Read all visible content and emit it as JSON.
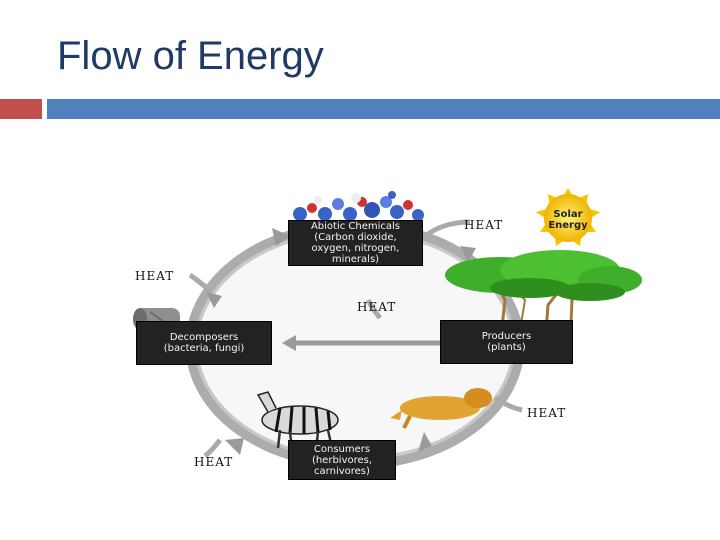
{
  "slide": {
    "title": "Flow of Energy"
  },
  "diagram": {
    "abiotic": "Abiotic Chemicals\n(Carbon dioxide,\noxygen, nitrogen,\nminerals)",
    "producers": "Producers\n(plants)",
    "consumers": "Consumers\n(herbivores,\ncarnivores)",
    "decomposers": "Decomposers\n(bacteria, fungi)",
    "sun": "Solar\nEnergy",
    "heat_top": "HEAT",
    "heat_left": "HEAT",
    "heat_center": "HEAT",
    "heat_right": "HEAT",
    "heat_bottom": "HEAT"
  },
  "colors": {
    "title": "#1f3b63",
    "accent_red": "#c0504d",
    "accent_blue": "#4f81bd"
  }
}
